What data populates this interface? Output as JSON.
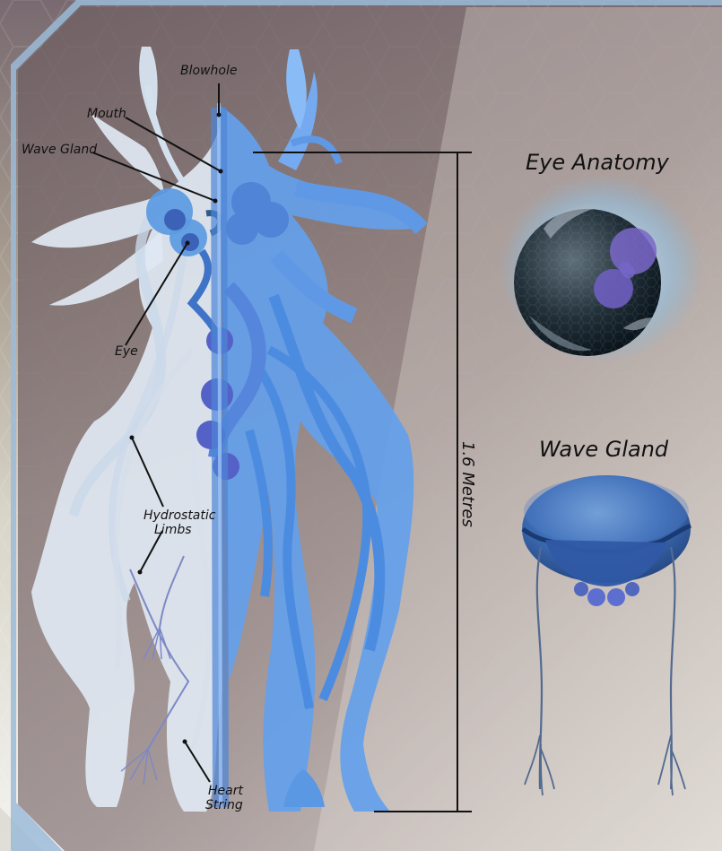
{
  "labels": {
    "blowhole": "Blowhole",
    "mouth": "Mouth",
    "wave_gland": "Wave Gland",
    "eye": "Eye",
    "hydrostatic_limbs_line1": "Hydrostatic",
    "hydrostatic_limbs_line2": "Limbs",
    "heart_string_line1": "Heart",
    "heart_string_line2": "String"
  },
  "panels": {
    "eye_title": "Eye Anatomy",
    "gland_title": "Wave Gland"
  },
  "dimension": {
    "height": "1.6 Metres"
  },
  "colors": {
    "creature_blue": "#5f99e5",
    "creature_pale": "#dfe8f3",
    "bg_dark": "#8d7d80",
    "bg_light": "#f2f1ed"
  }
}
